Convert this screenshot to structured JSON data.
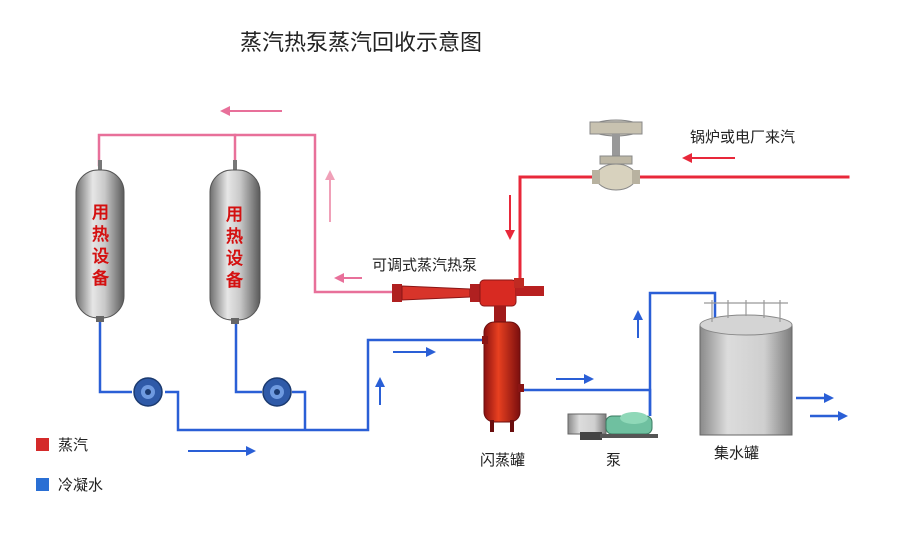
{
  "title": "蒸汽热泵蒸汽回收示意图",
  "labels": {
    "boiler_source": "锅炉或电厂来汽",
    "heat_pump": "可调式蒸汽热泵",
    "flash_tank": "闪蒸罐",
    "pump": "泵",
    "collection_tank": "集水罐",
    "equipment_1": [
      "用",
      "热",
      "设",
      "备"
    ],
    "equipment_2": [
      "用",
      "热",
      "设",
      "备"
    ]
  },
  "legend": [
    {
      "label": "蒸汽",
      "color": "#d42a2a"
    },
    {
      "label": "冷凝水",
      "color": "#2a6fd4"
    }
  ],
  "colors": {
    "steam": "#e8283a",
    "steam_pink": "#e8709a",
    "condensate": "#2a5fd6"
  }
}
